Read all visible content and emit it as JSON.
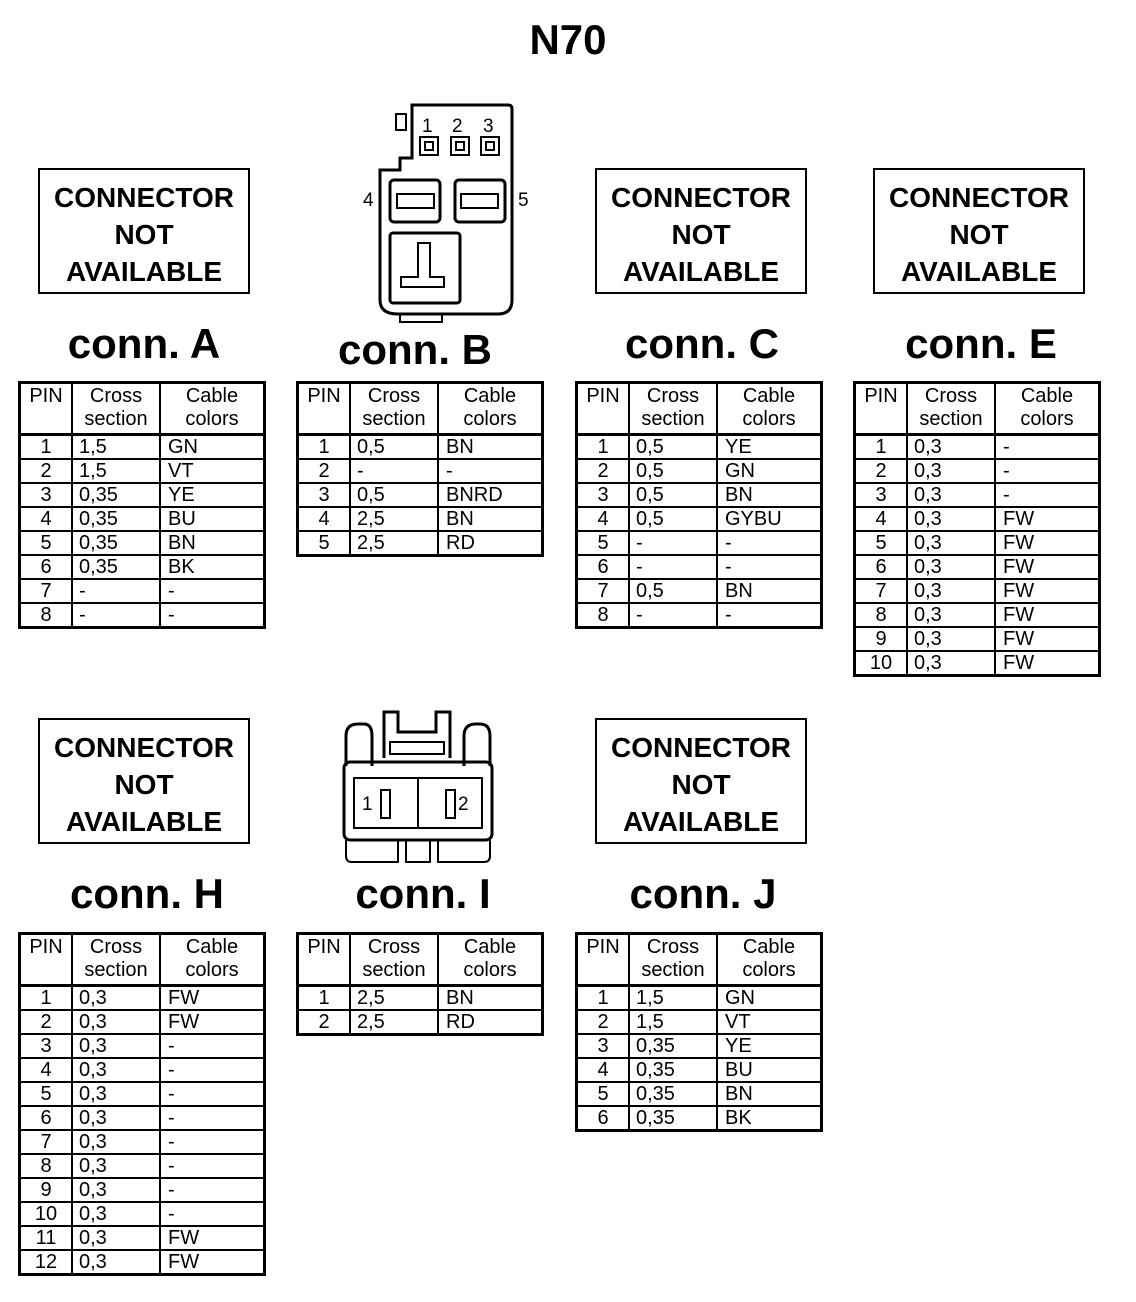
{
  "title": "N70",
  "not_available_lines": [
    "CONNECTOR",
    "NOT",
    "AVAILABLE"
  ],
  "table_headers": {
    "pin": "PIN",
    "cross_1": "Cross",
    "cross_2": "section",
    "cable_1": "Cable",
    "cable_2": "colors"
  },
  "connectors": {
    "A": {
      "label": "conn. A",
      "rows": [
        [
          "1",
          "1,5",
          "GN"
        ],
        [
          "2",
          "1,5",
          "VT"
        ],
        [
          "3",
          "0,35",
          "YE"
        ],
        [
          "4",
          "0,35",
          "BU"
        ],
        [
          "5",
          "0,35",
          "BN"
        ],
        [
          "6",
          "0,35",
          "BK"
        ],
        [
          "7",
          "-",
          "-"
        ],
        [
          "8",
          "-",
          "-"
        ]
      ]
    },
    "B": {
      "label": "conn. B",
      "pin_numbers": [
        "1",
        "2",
        "3",
        "4",
        "5"
      ],
      "rows": [
        [
          "1",
          "0,5",
          "BN"
        ],
        [
          "2",
          "-",
          "-"
        ],
        [
          "3",
          "0,5",
          "BNRD"
        ],
        [
          "4",
          "2,5",
          "BN"
        ],
        [
          "5",
          "2,5",
          "RD"
        ]
      ]
    },
    "C": {
      "label": "conn. C",
      "rows": [
        [
          "1",
          "0,5",
          "YE"
        ],
        [
          "2",
          "0,5",
          "GN"
        ],
        [
          "3",
          "0,5",
          "BN"
        ],
        [
          "4",
          "0,5",
          "GYBU"
        ],
        [
          "5",
          "-",
          "-"
        ],
        [
          "6",
          "-",
          "-"
        ],
        [
          "7",
          "0,5",
          "BN"
        ],
        [
          "8",
          "-",
          "-"
        ]
      ]
    },
    "E": {
      "label": "conn. E",
      "rows": [
        [
          "1",
          "0,3",
          "-"
        ],
        [
          "2",
          "0,3",
          "-"
        ],
        [
          "3",
          "0,3",
          "-"
        ],
        [
          "4",
          "0,3",
          "FW"
        ],
        [
          "5",
          "0,3",
          "FW"
        ],
        [
          "6",
          "0,3",
          "FW"
        ],
        [
          "7",
          "0,3",
          "FW"
        ],
        [
          "8",
          "0,3",
          "FW"
        ],
        [
          "9",
          "0,3",
          "FW"
        ],
        [
          "10",
          "0,3",
          "FW"
        ]
      ]
    },
    "H": {
      "label": "conn. H",
      "rows": [
        [
          "1",
          "0,3",
          "FW"
        ],
        [
          "2",
          "0,3",
          "FW"
        ],
        [
          "3",
          "0,3",
          "-"
        ],
        [
          "4",
          "0,3",
          "-"
        ],
        [
          "5",
          "0,3",
          "-"
        ],
        [
          "6",
          "0,3",
          "-"
        ],
        [
          "7",
          "0,3",
          "-"
        ],
        [
          "8",
          "0,3",
          "-"
        ],
        [
          "9",
          "0,3",
          "-"
        ],
        [
          "10",
          "0,3",
          "-"
        ],
        [
          "11",
          "0,3",
          "FW"
        ],
        [
          "12",
          "0,3",
          "FW"
        ]
      ]
    },
    "I": {
      "label": "conn. I",
      "pin_numbers": [
        "1",
        "2"
      ],
      "rows": [
        [
          "1",
          "2,5",
          "BN"
        ],
        [
          "2",
          "2,5",
          "RD"
        ]
      ]
    },
    "J": {
      "label": "conn. J",
      "rows": [
        [
          "1",
          "1,5",
          "GN"
        ],
        [
          "2",
          "1,5",
          "VT"
        ],
        [
          "3",
          "0,35",
          "YE"
        ],
        [
          "4",
          "0,35",
          "BU"
        ],
        [
          "5",
          "0,35",
          "BN"
        ],
        [
          "6",
          "0,35",
          "BK"
        ]
      ]
    }
  }
}
